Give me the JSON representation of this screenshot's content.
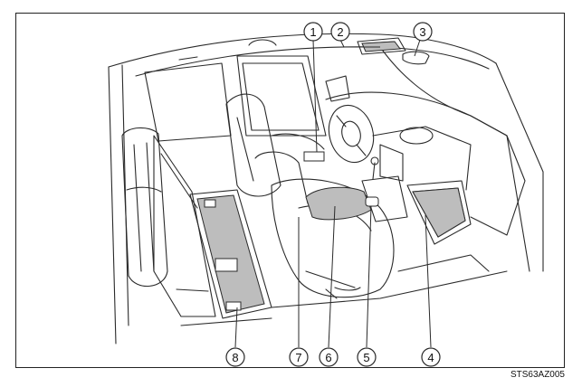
{
  "figure_code": "STS63AZ005",
  "callouts": [
    {
      "id": "1",
      "label": "1"
    },
    {
      "id": "2",
      "label": "2"
    },
    {
      "id": "3",
      "label": "3"
    },
    {
      "id": "4",
      "label": "4"
    },
    {
      "id": "5",
      "label": "5"
    },
    {
      "id": "6",
      "label": "6"
    },
    {
      "id": "7",
      "label": "7"
    },
    {
      "id": "8",
      "label": "8"
    }
  ],
  "colors": {
    "line": "#2a2a2a",
    "shade": "#bdbdbd",
    "frame": "#222222"
  }
}
